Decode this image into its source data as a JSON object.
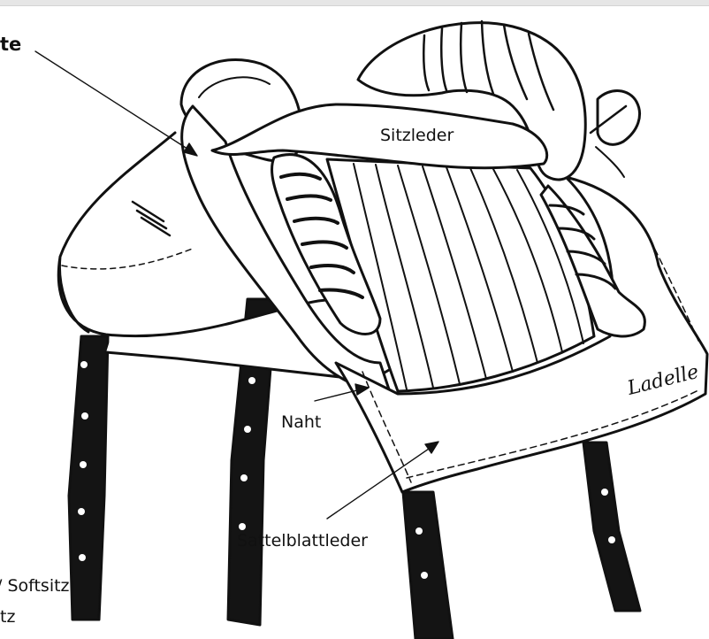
{
  "labels": {
    "edge_top_left": "te",
    "seat_leather": "Sitzleder",
    "seam": "Naht",
    "flap_leather": "Sattelblattleder",
    "edge_bottom_1": "/ Softsitz",
    "edge_bottom_2": "tz"
  },
  "brand_mark": "Ladelle",
  "colors": {
    "ink": "#111111",
    "page": "#ffffff"
  }
}
